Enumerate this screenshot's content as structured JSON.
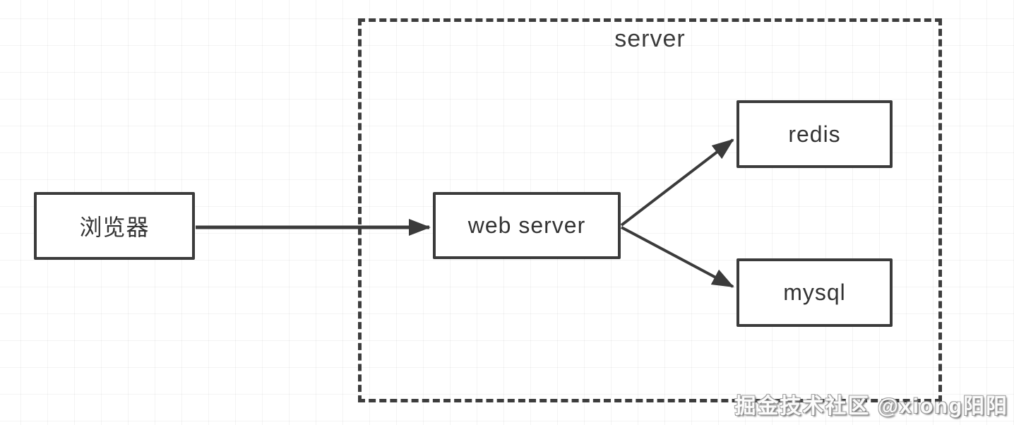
{
  "group": {
    "label": "server"
  },
  "nodes": {
    "browser": {
      "label": "浏览器"
    },
    "web_server": {
      "label": "web server"
    },
    "redis": {
      "label": "redis"
    },
    "mysql": {
      "label": "mysql"
    }
  },
  "edges": [
    {
      "from": "browser",
      "to": "web_server"
    },
    {
      "from": "web_server",
      "to": "redis"
    },
    {
      "from": "web_server",
      "to": "mysql"
    }
  ],
  "watermark": {
    "text": "掘金技术社区 @xiong阳阳"
  },
  "colors": {
    "stroke": "#3b3b3b",
    "text": "#333333",
    "canvas": "#ffffff",
    "grid": "#f2f2f2"
  }
}
